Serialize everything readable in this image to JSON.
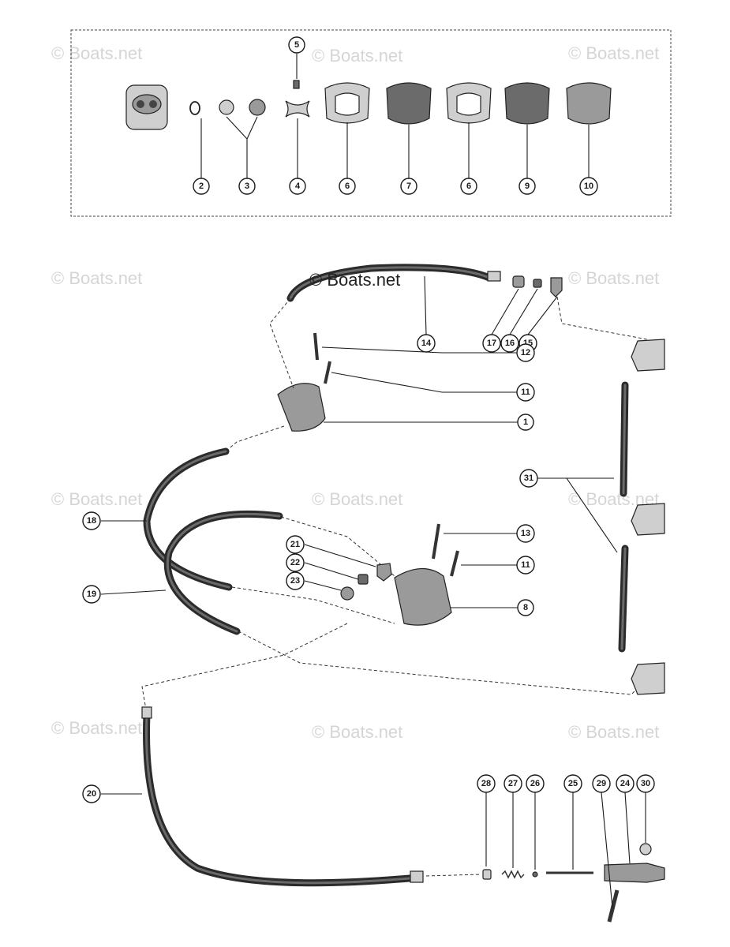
{
  "watermarks": {
    "faint": "© Boats.net",
    "main": "© Boats.net"
  },
  "callouts": {
    "c2": "2",
    "c3": "3",
    "c4": "4",
    "c5": "5",
    "c6a": "6",
    "c7": "7",
    "c6b": "6",
    "c9": "9",
    "c10": "10",
    "c14": "14",
    "c17": "17",
    "c16": "16",
    "c15": "15",
    "c12": "12",
    "c11a": "11",
    "c1": "1",
    "c31": "31",
    "c18": "18",
    "c13": "13",
    "c21": "21",
    "c22": "22",
    "c23": "23",
    "c11b": "11",
    "c19": "19",
    "c8": "8",
    "c20": "20",
    "c28": "28",
    "c27": "27",
    "c26": "26",
    "c25": "25",
    "c29": "29",
    "c24": "24",
    "c30": "30"
  },
  "colors": {
    "ink": "#1a1a1a",
    "hose": "#2b2b2b",
    "part_fill": "#9a9a9a",
    "watermark": "#d5d5d5"
  }
}
